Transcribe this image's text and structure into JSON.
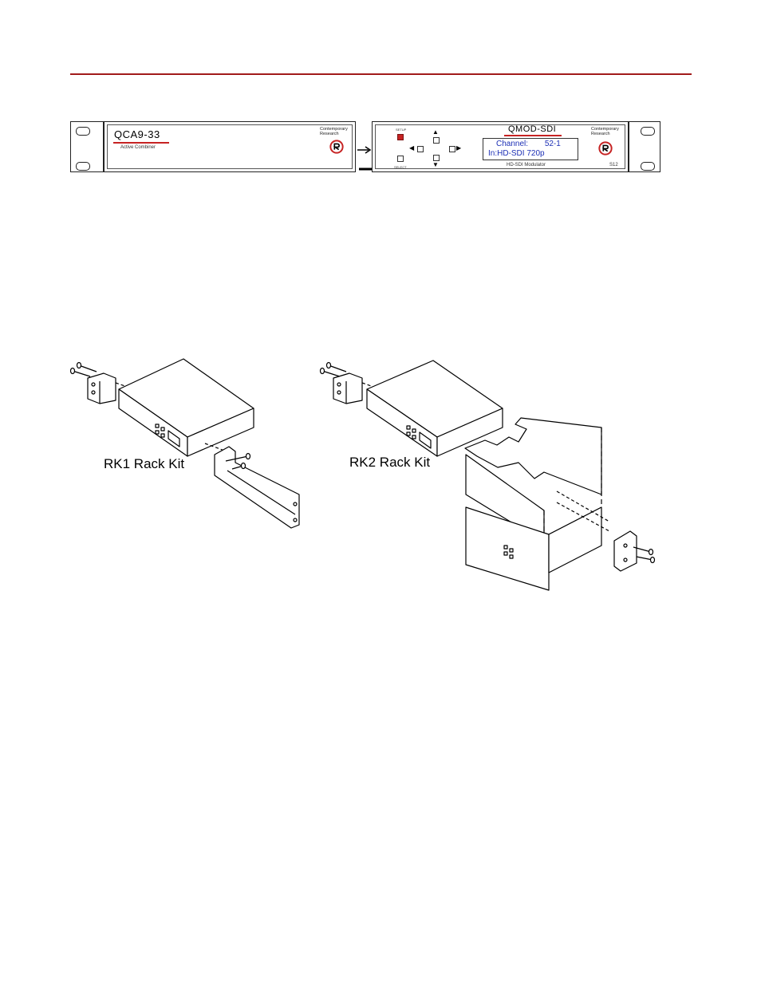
{
  "header": {
    "rule_color": "#a11b1b"
  },
  "front_panel": {
    "left_unit": {
      "model": "QCA9-33",
      "subtitle": "Active Combiner",
      "brand": "Contemporary Research"
    },
    "right_unit": {
      "model": "QMOD-SDI",
      "subtitle": "HD-SDI Modulator",
      "brand": "Contemporary Research",
      "setup_label": "SETUP",
      "select_label": "SELECT",
      "lcd_line1_label": "Channel:",
      "lcd_line1_value": "52-1",
      "lcd_line2": "In:HD-SDI 720p",
      "corner_mark": "S12"
    },
    "accent_color": "#c62323",
    "lcd_text_color": "#1c2fb5"
  },
  "kits": {
    "rk1_label": "RK1 Rack Kit",
    "rk2_label": "RK2 Rack Kit"
  }
}
